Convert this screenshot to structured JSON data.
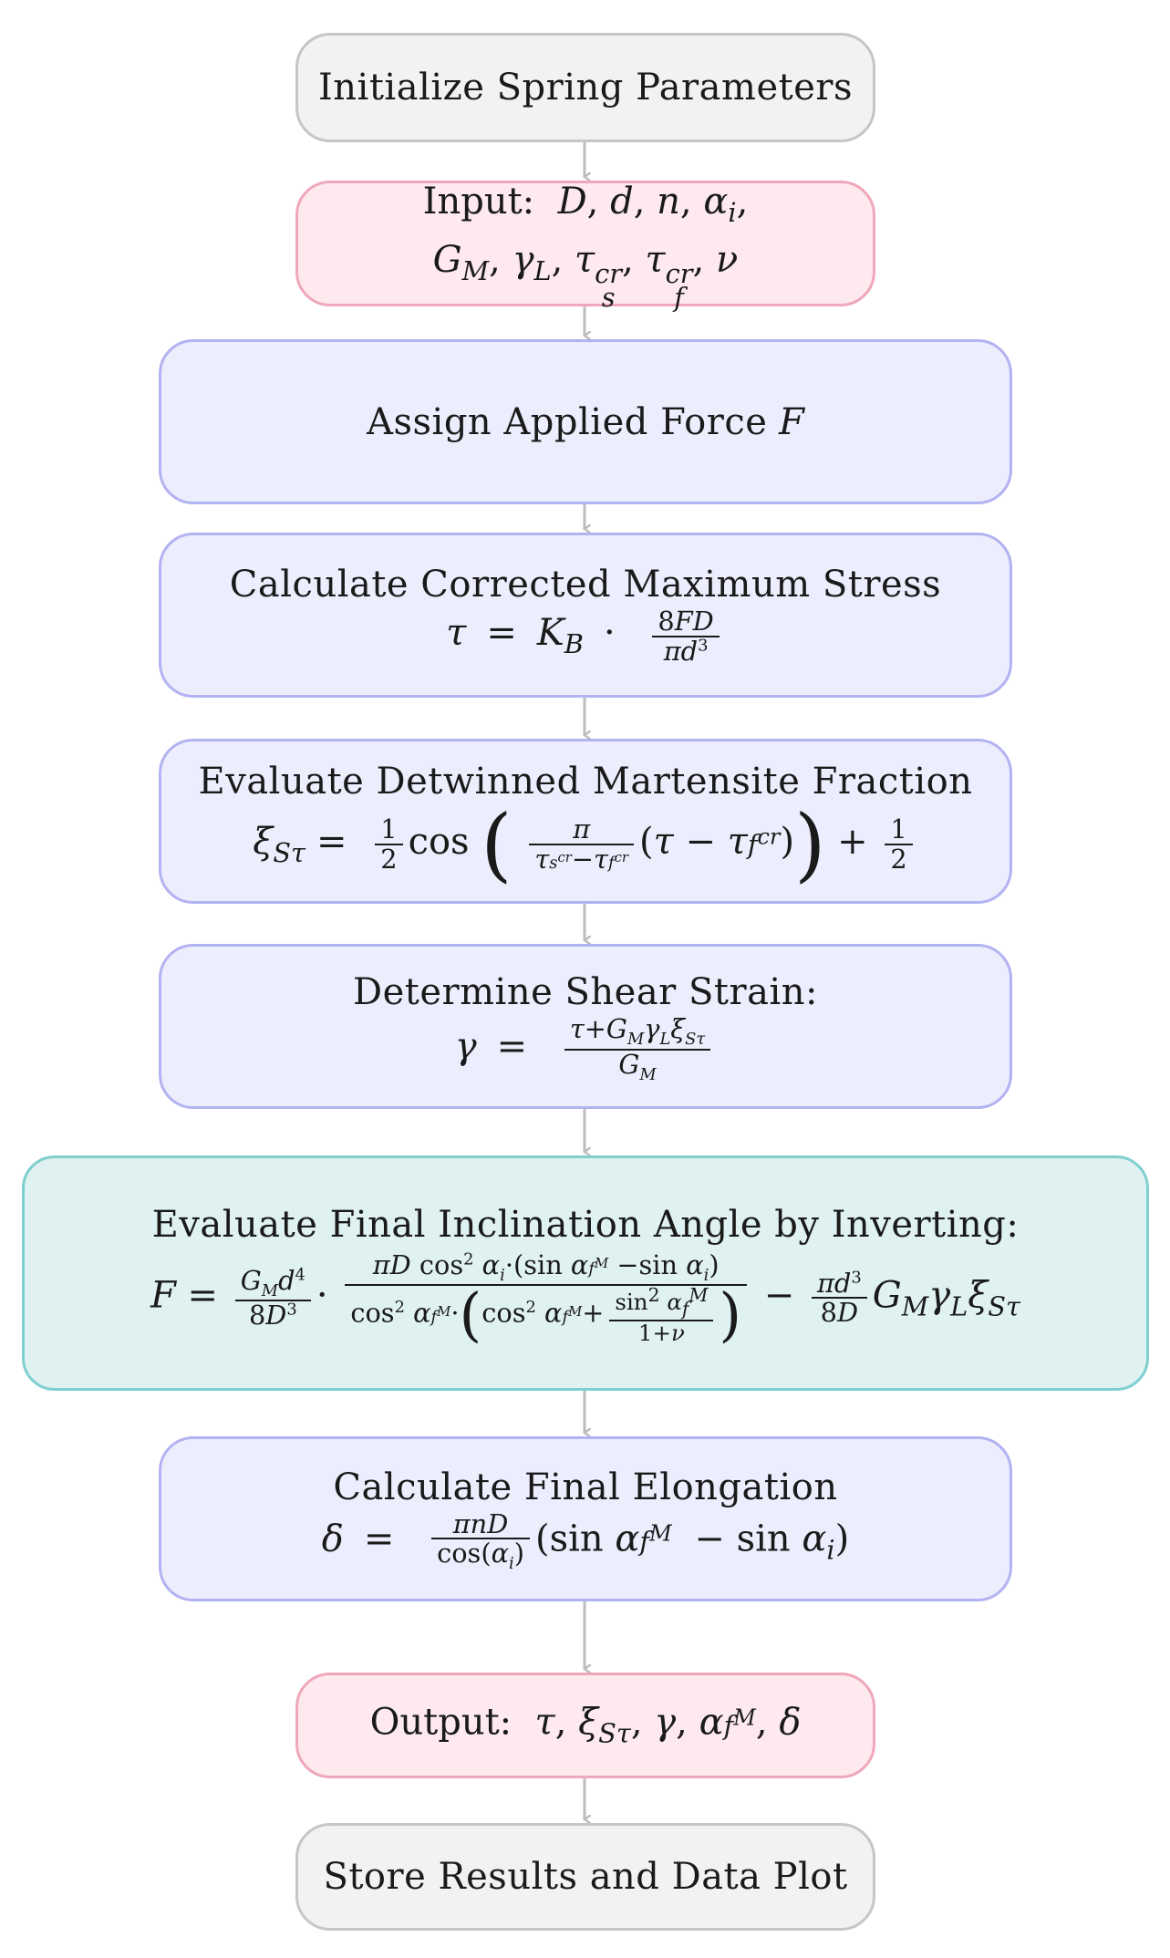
{
  "nodes": {
    "init": {
      "label": "Initialize Spring Parameters"
    },
    "input": {
      "label": "Input:"
    },
    "force": {
      "label": "Assign Applied Force"
    },
    "stress": {
      "label": "Calculate Corrected Maximum Stress"
    },
    "fraction": {
      "label": "Evaluate Detwinned Martensite Fraction"
    },
    "strain": {
      "label": "Determine Shear Strain:"
    },
    "angle": {
      "label": "Evaluate Final Inclination Angle by Inverting:"
    },
    "elong": {
      "label": "Calculate Final Elongation"
    },
    "output": {
      "label": "Output:"
    },
    "store": {
      "label": "Store Results and Data Plot"
    }
  },
  "colors": {
    "gray_fill": "#f2f2f2",
    "gray_border": "#c6c6c6",
    "pink_fill": "#fde9ee",
    "pink_border": "#f0a7bb",
    "blue_fill": "#eceefd",
    "blue_border": "#b2b3f2",
    "teal_fill": "#dff1f1",
    "teal_border": "#7fcfcf",
    "arrow": "#bdbdbd"
  }
}
